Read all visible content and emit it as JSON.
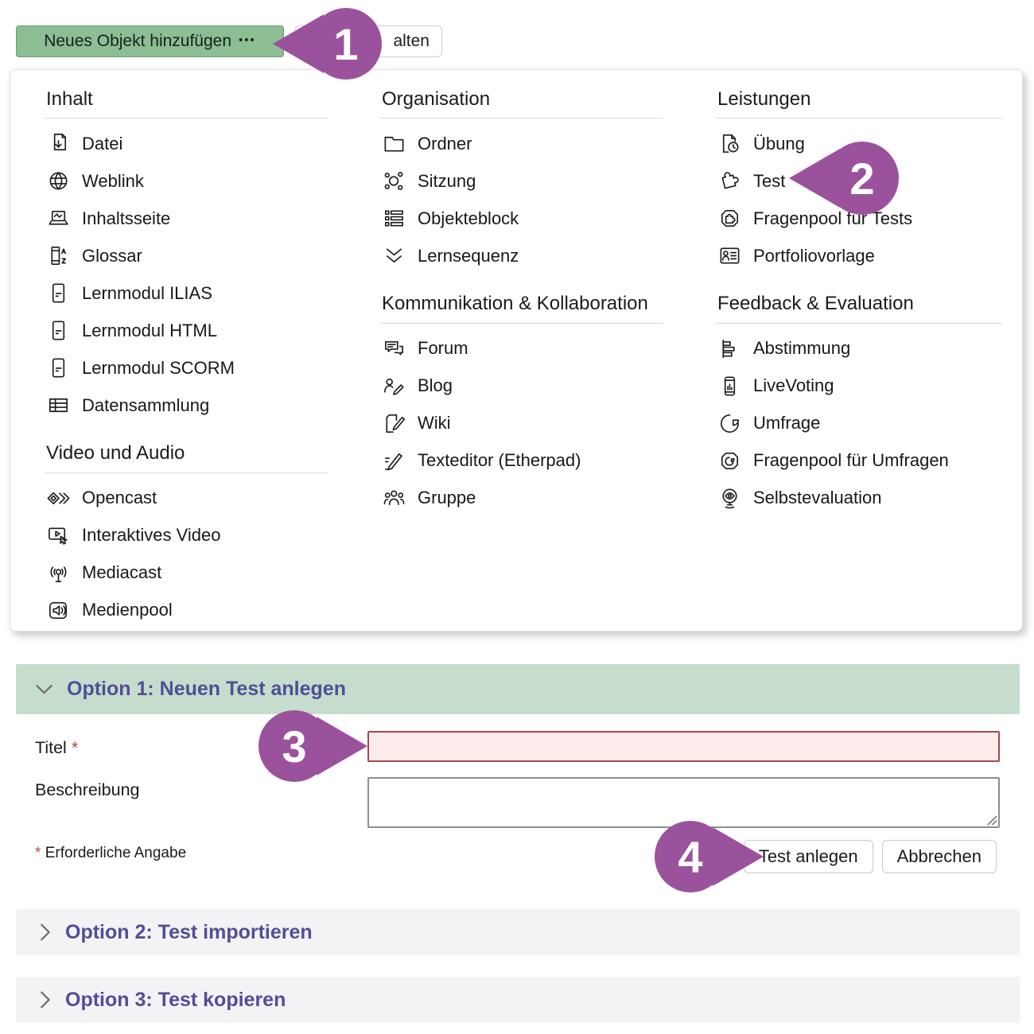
{
  "toolbar": {
    "add_object_label": "Neues Objekt hinzufügen",
    "add_object_dots": "•••",
    "partial_button_label": "alten"
  },
  "menu": {
    "columns": [
      {
        "sections": [
          {
            "title": "Inhalt",
            "items": [
              {
                "icon": "file-download",
                "label": "Datei"
              },
              {
                "icon": "globe",
                "label": "Weblink"
              },
              {
                "icon": "content-page",
                "label": "Inhaltsseite"
              },
              {
                "icon": "glossary",
                "label": "Glossar"
              },
              {
                "icon": "learning-module",
                "label": "Lernmodul ILIAS"
              },
              {
                "icon": "learning-module",
                "label": "Lernmodul HTML"
              },
              {
                "icon": "learning-module",
                "label": "Lernmodul SCORM"
              },
              {
                "icon": "data-table",
                "label": "Datensammlung"
              }
            ]
          },
          {
            "title": "Video und Audio",
            "items": [
              {
                "icon": "opencast",
                "label": "Opencast"
              },
              {
                "icon": "interactive-video",
                "label": "Interaktives Video"
              },
              {
                "icon": "broadcast",
                "label": "Mediacast"
              },
              {
                "icon": "media-pool",
                "label": "Medienpool"
              }
            ]
          }
        ]
      },
      {
        "sections": [
          {
            "title": "Organisation",
            "items": [
              {
                "icon": "folder",
                "label": "Ordner"
              },
              {
                "icon": "session",
                "label": "Sitzung"
              },
              {
                "icon": "item-block",
                "label": "Objekteblock"
              },
              {
                "icon": "learning-sequence",
                "label": "Lernsequenz"
              }
            ]
          },
          {
            "title": "Kommunikation & Kollabo­ration",
            "items": [
              {
                "icon": "forum",
                "label": "Forum"
              },
              {
                "icon": "blog",
                "label": "Blog"
              },
              {
                "icon": "wiki",
                "label": "Wiki"
              },
              {
                "icon": "text-editor",
                "label": "Texteditor (Etherpad)"
              },
              {
                "icon": "group",
                "label": "Gruppe"
              }
            ]
          }
        ]
      },
      {
        "sections": [
          {
            "title": "Leistungen",
            "items": [
              {
                "icon": "exercise",
                "label": "Übung"
              },
              {
                "icon": "puzzle",
                "label": "Test"
              },
              {
                "icon": "question-pool-test",
                "label": "Fragenpool für Tests"
              },
              {
                "icon": "portfolio",
                "label": "Portfoliovorlage"
              }
            ]
          },
          {
            "title": "Feedback & Evaluation",
            "items": [
              {
                "icon": "poll-bars",
                "label": "Abstimmung"
              },
              {
                "icon": "livevoting",
                "label": "LiveVoting"
              },
              {
                "icon": "pie-survey",
                "label": "Umfrage"
              },
              {
                "icon": "question-pool-survey",
                "label": "Fragenpool für Umfragen"
              },
              {
                "icon": "self-evaluation",
                "label": "Selbstevaluation"
              }
            ]
          }
        ]
      }
    ]
  },
  "callouts": [
    {
      "number": "1"
    },
    {
      "number": "2"
    },
    {
      "number": "3"
    },
    {
      "number": "4"
    }
  ],
  "form": {
    "section_title": "Option 1: Neuen Test anlegen",
    "title_label": "Titel",
    "required_mark": "*",
    "title_value": "",
    "description_label": "Beschreibung",
    "description_value": "",
    "required_note": "Erforderliche Angabe",
    "submit_label": "Test anlegen",
    "cancel_label": "Abbrechen"
  },
  "accordions": [
    {
      "title": "Option 2: Test importieren"
    },
    {
      "title": "Option 3: Test kopieren"
    }
  ],
  "colors": {
    "primary_button_green": "#8cbd93",
    "section_header_green": "#c6ddcd",
    "accordion_gray": "#f3f2f5",
    "heading_purple": "#524e96",
    "callout_purple": "#9b529c",
    "required_red": "#a9494c",
    "required_field_bg": "#fcebeb"
  }
}
